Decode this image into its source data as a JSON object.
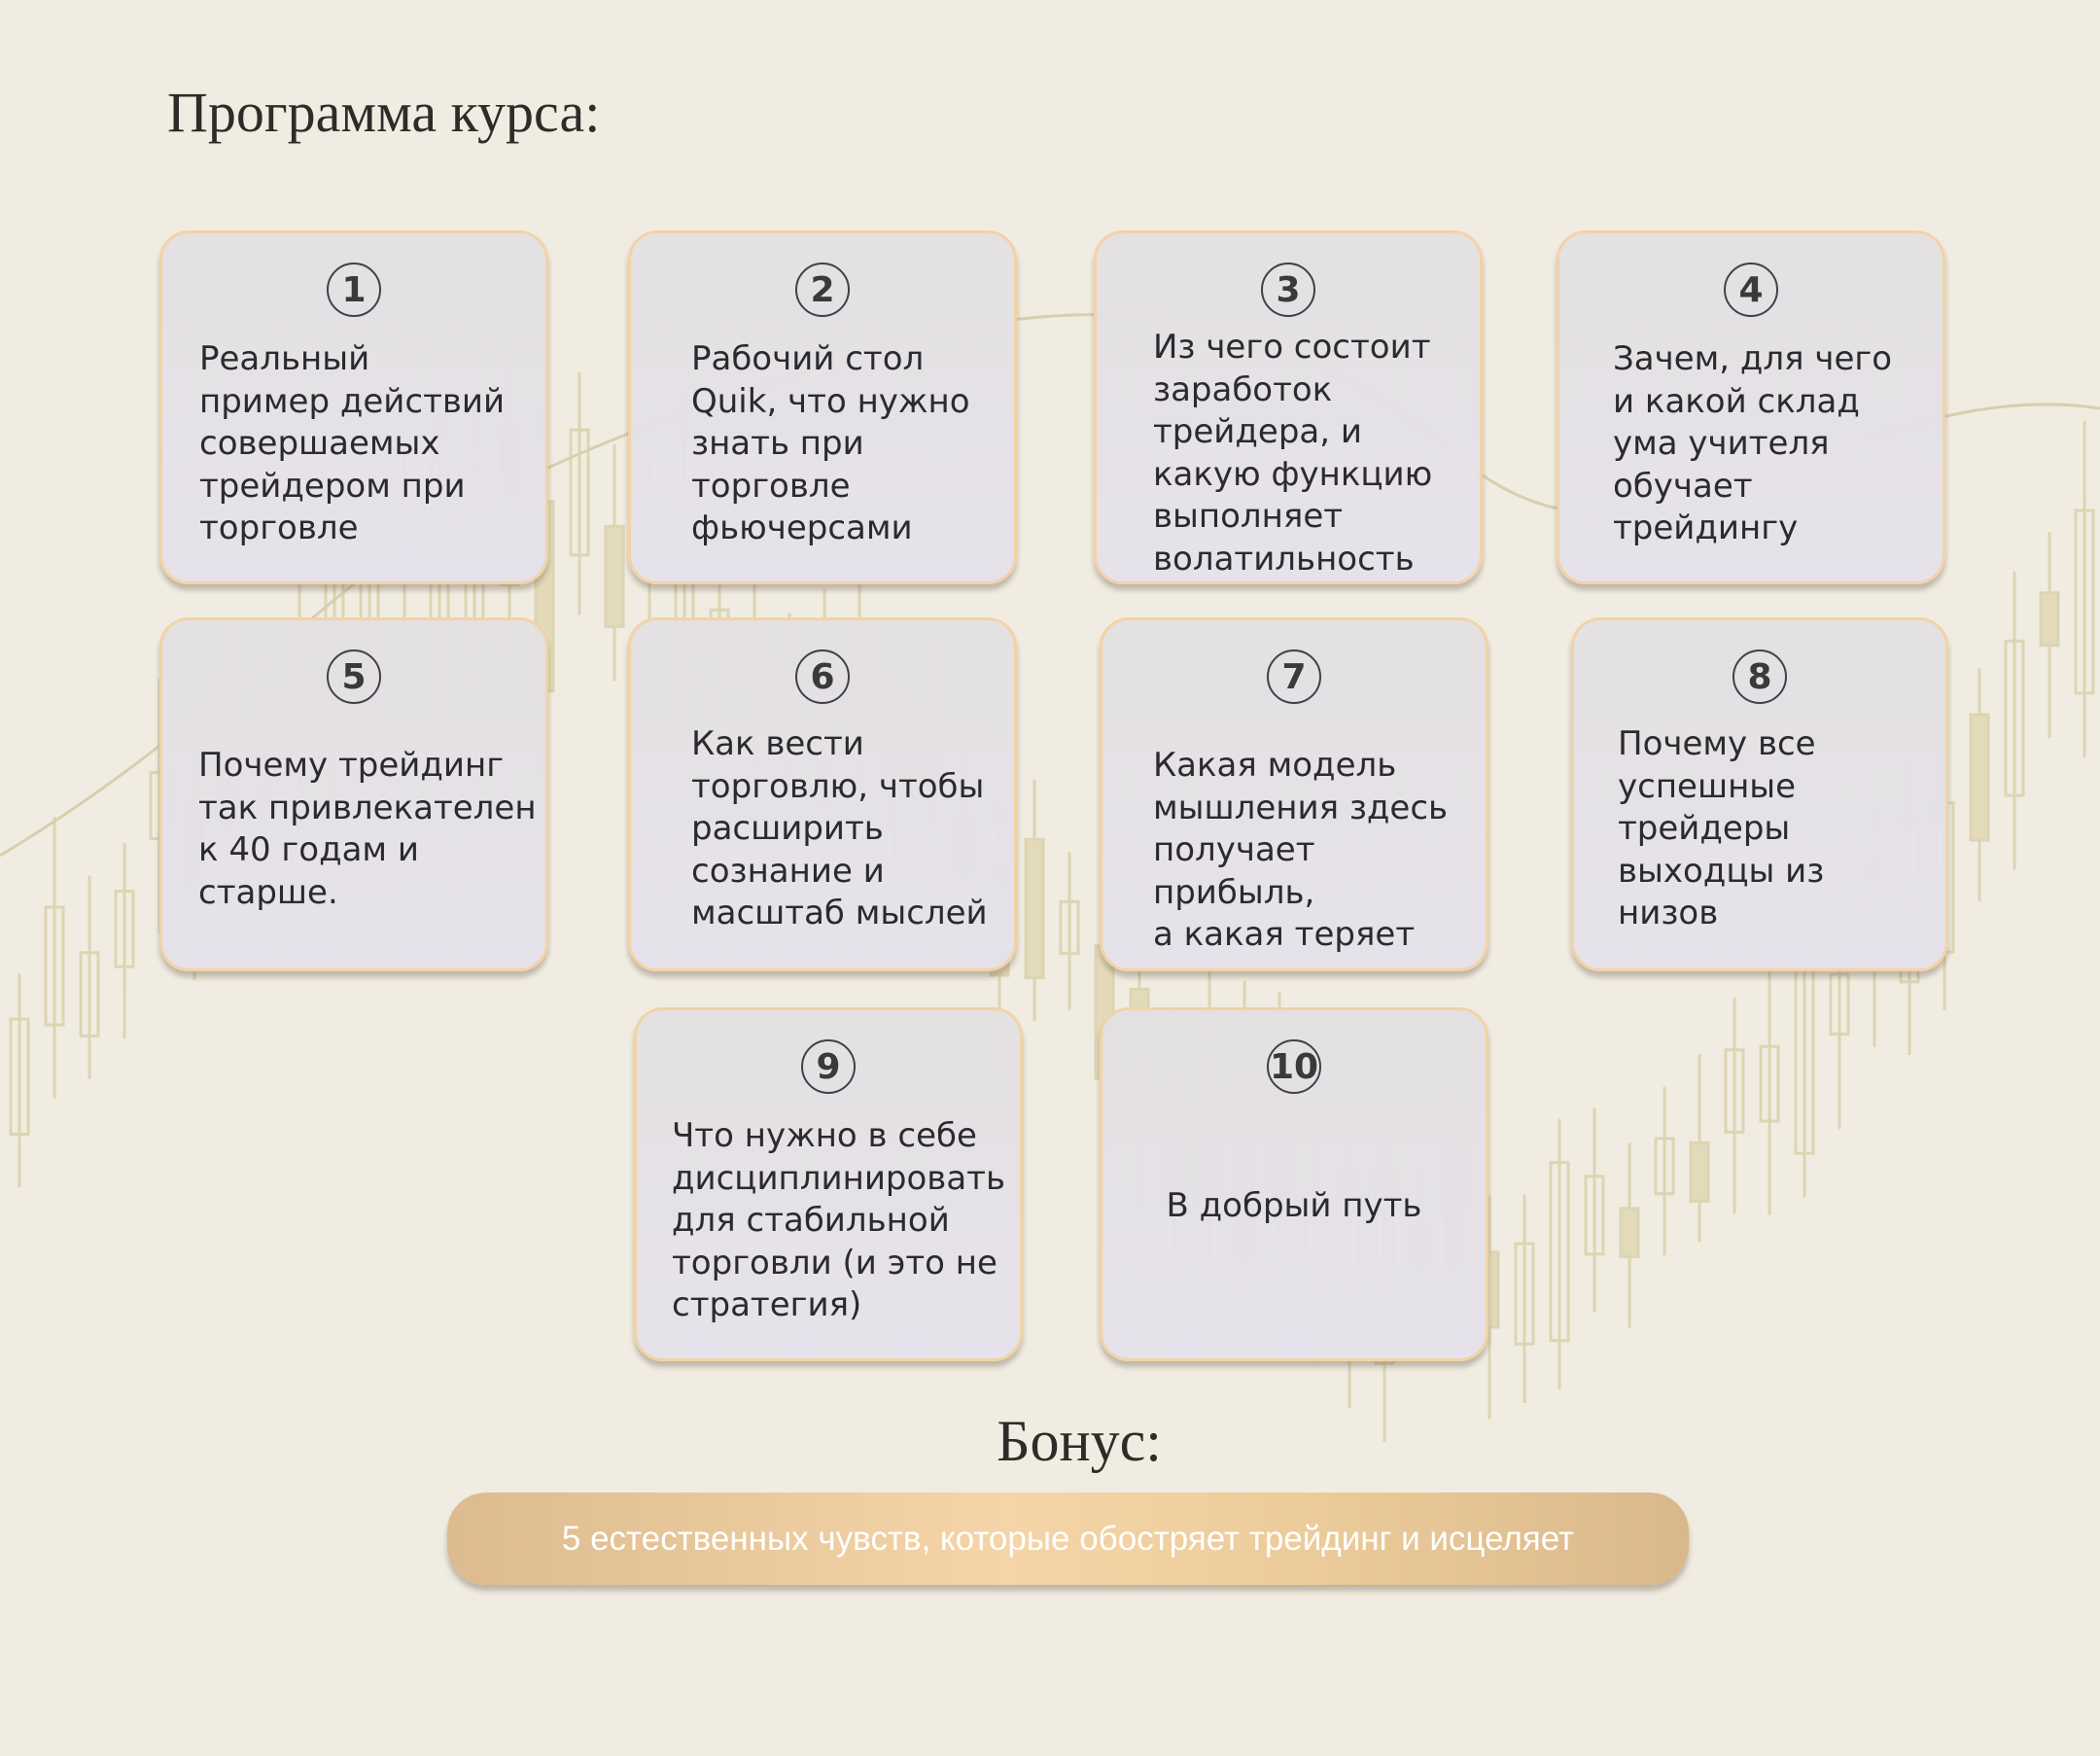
{
  "title": "Программа курса:",
  "cards": [
    {
      "number": "1",
      "text": "Реальный\nпример действий\nсовершаемых\nтрейдером при\nторговле"
    },
    {
      "number": "2",
      "text": "Рабочий стол\nQuik, что нужно\nзнать при\nторговле\nфьючерсами"
    },
    {
      "number": "3",
      "text": "Из чего состоит\nзаработок\nтрейдера, и\nкакую функцию\nвыполняет\nволатильность"
    },
    {
      "number": "4",
      "text": "Зачем, для чего\nи какой склад\nума учителя\nобучает\nтрейдингу"
    },
    {
      "number": "5",
      "text": "Почему трейдинг\nтак привлекателен\nк 40 годам и\nстарше."
    },
    {
      "number": "6",
      "text": "Как вести\nторговлю, чтобы\nрасширить\nсознание и\nмасштаб мыслей"
    },
    {
      "number": "7",
      "text": "Какая модель\nмышления здесь\nполучает прибыль,\nа какая теряет"
    },
    {
      "number": "8",
      "text": "Почему все\nуспешные\nтрейдеры\nвыходцы из\nнизов"
    },
    {
      "number": "9",
      "text": "Что нужно в себе\nдисциплинировать\nдля стабильной\nторговли (и это не\nстратегия)"
    },
    {
      "number": "10",
      "text": "В добрый путь"
    }
  ],
  "bonus": {
    "title": "Бонус:",
    "text": "5 естественных чувств, которые обостряет трейдинг и исцеляет"
  },
  "colors": {
    "background": "#f1ece1",
    "card_border": "#f3d3a4",
    "bonus_bar": "#f5d5a8"
  }
}
